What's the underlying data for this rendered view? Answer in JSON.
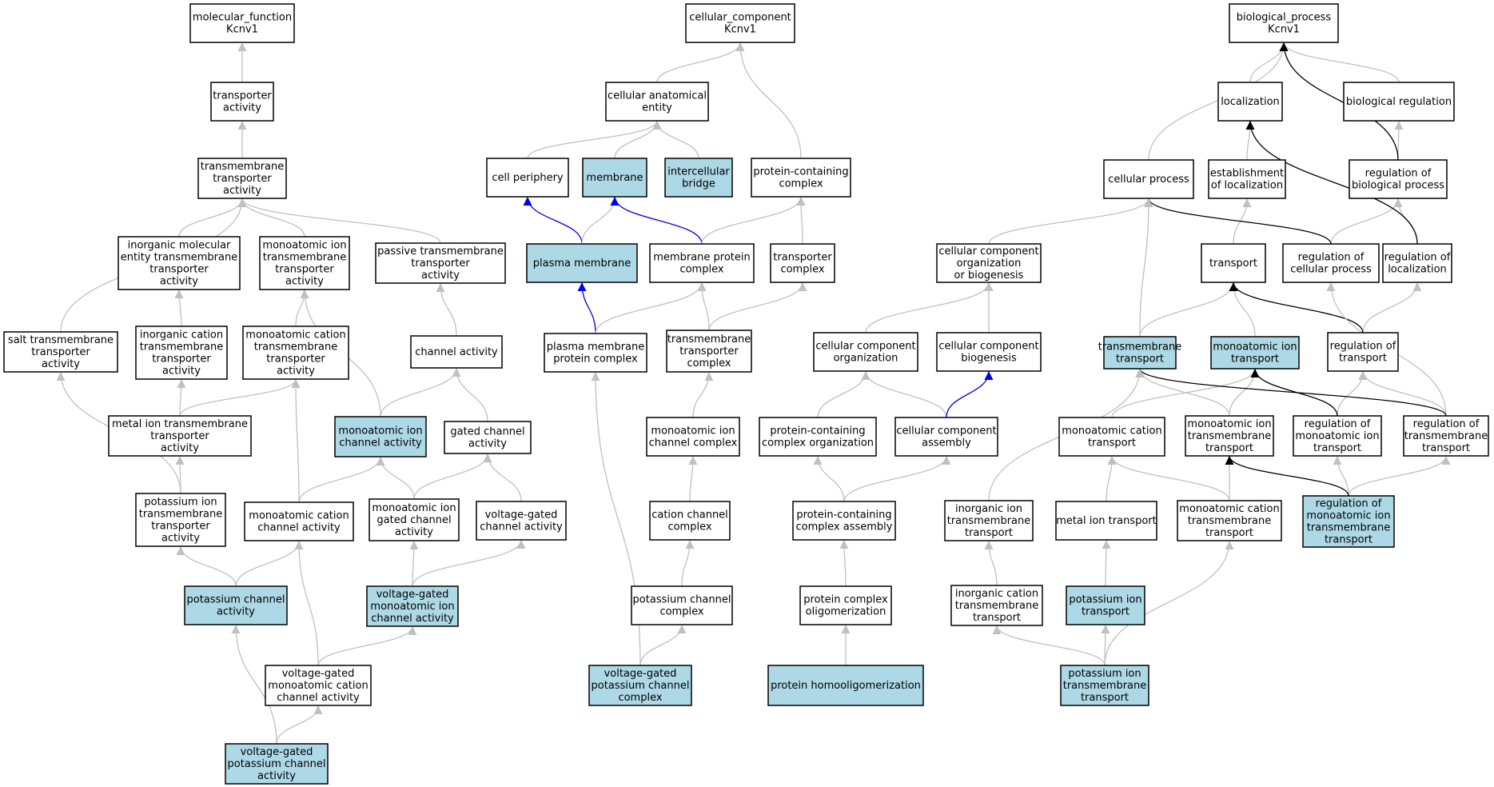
{
  "colors": {
    "highlight": "#add8e6",
    "plain": "#ffffff",
    "edge_gray": "#c0c0c0",
    "edge_black": "#000000",
    "edge_blue": "#0000ee"
  },
  "nodes": [
    {
      "id": "mf",
      "label": "molecular_function\nKcnv1",
      "hl": false
    },
    {
      "id": "ta",
      "label": "transporter\nactivity",
      "hl": false
    },
    {
      "id": "tta",
      "label": "transmembrane\ntransporter\nactivity",
      "hl": false
    },
    {
      "id": "imet",
      "label": "inorganic molecular\nentity transmembrane\ntransporter\nactivity",
      "hl": false
    },
    {
      "id": "mitta",
      "label": "monoatomic ion\ntransmembrane\ntransporter\nactivity",
      "hl": false
    },
    {
      "id": "ptta",
      "label": "passive transmembrane\ntransporter\nactivity",
      "hl": false
    },
    {
      "id": "stta",
      "label": "salt transmembrane\ntransporter\nactivity",
      "hl": false
    },
    {
      "id": "icta",
      "label": "inorganic cation\ntransmembrane\ntransporter\nactivity",
      "hl": false
    },
    {
      "id": "mcta",
      "label": "monoatomic cation\ntransmembrane\ntransporter\nactivity",
      "hl": false
    },
    {
      "id": "ca",
      "label": "channel activity",
      "hl": false
    },
    {
      "id": "mita",
      "label": "metal ion transmembrane\ntransporter\nactivity",
      "hl": false
    },
    {
      "id": "mica",
      "label": "monoatomic ion\nchannel activity",
      "hl": true
    },
    {
      "id": "gca",
      "label": "gated channel\nactivity",
      "hl": false
    },
    {
      "id": "pitta",
      "label": "potassium ion\ntransmembrane\ntransporter\nactivity",
      "hl": false
    },
    {
      "id": "mcca",
      "label": "monoatomic cation\nchannel activity",
      "hl": false
    },
    {
      "id": "migca",
      "label": "monoatomic ion\ngated channel\nactivity",
      "hl": false
    },
    {
      "id": "vgca",
      "label": "voltage-gated\nchannel activity",
      "hl": false
    },
    {
      "id": "pca",
      "label": "potassium channel\nactivity",
      "hl": true
    },
    {
      "id": "vgmica",
      "label": "voltage-gated\nmonoatomic ion\nchannel activity",
      "hl": true
    },
    {
      "id": "vgmcca",
      "label": "voltage-gated\nmonoatomic cation\nchannel activity",
      "hl": false
    },
    {
      "id": "vgpca",
      "label": "voltage-gated\npotassium channel\nactivity",
      "hl": true
    },
    {
      "id": "cc",
      "label": "cellular_component\nKcnv1",
      "hl": false
    },
    {
      "id": "cae",
      "label": "cellular anatomical\nentity",
      "hl": false
    },
    {
      "id": "cp",
      "label": "cell periphery",
      "hl": false
    },
    {
      "id": "mem",
      "label": "membrane",
      "hl": true
    },
    {
      "id": "ib",
      "label": "intercellular\nbridge",
      "hl": true
    },
    {
      "id": "pcc",
      "label": "protein-containing\ncomplex",
      "hl": false
    },
    {
      "id": "pm",
      "label": "plasma membrane",
      "hl": true
    },
    {
      "id": "mpc",
      "label": "membrane protein\ncomplex",
      "hl": false
    },
    {
      "id": "tc",
      "label": "transporter\ncomplex",
      "hl": false
    },
    {
      "id": "pmpc",
      "label": "plasma membrane\nprotein complex",
      "hl": false
    },
    {
      "id": "ttc",
      "label": "transmembrane\ntransporter\ncomplex",
      "hl": false
    },
    {
      "id": "micc",
      "label": "monoatomic ion\nchannel complex",
      "hl": false
    },
    {
      "id": "ccx",
      "label": "cation channel\ncomplex",
      "hl": false
    },
    {
      "id": "pcx",
      "label": "potassium channel\ncomplex",
      "hl": false
    },
    {
      "id": "vgpcc",
      "label": "voltage-gated\npotassium channel\ncomplex",
      "hl": true
    },
    {
      "id": "bp",
      "label": "biological_process\nKcnv1",
      "hl": false
    },
    {
      "id": "loc",
      "label": "localization",
      "hl": false
    },
    {
      "id": "br",
      "label": "biological regulation",
      "hl": false
    },
    {
      "id": "cpr",
      "label": "cellular process",
      "hl": false
    },
    {
      "id": "eol",
      "label": "establishment\nof localization",
      "hl": false
    },
    {
      "id": "rbp",
      "label": "regulation of\nbiological process",
      "hl": false
    },
    {
      "id": "ccob",
      "label": "cellular component\norganization\nor biogenesis",
      "hl": false
    },
    {
      "id": "tr",
      "label": "transport",
      "hl": false
    },
    {
      "id": "rcp",
      "label": "regulation of\ncellular process",
      "hl": false
    },
    {
      "id": "rl",
      "label": "regulation of\nlocalization",
      "hl": false
    },
    {
      "id": "cco",
      "label": "cellular component\norganization",
      "hl": false
    },
    {
      "id": "ccb",
      "label": "cellular component\nbiogenesis",
      "hl": false
    },
    {
      "id": "tt",
      "label": "transmembrane\ntransport",
      "hl": true
    },
    {
      "id": "mit",
      "label": "monoatomic ion\ntransport",
      "hl": true
    },
    {
      "id": "rt",
      "label": "regulation of\ntransport",
      "hl": false
    },
    {
      "id": "pco",
      "label": "protein-containing\ncomplex organization",
      "hl": false
    },
    {
      "id": "cca",
      "label": "cellular component\nassembly",
      "hl": false
    },
    {
      "id": "mct",
      "label": "monoatomic cation\ntransport",
      "hl": false
    },
    {
      "id": "mitt",
      "label": "monoatomic ion\ntransmembrane\ntransport",
      "hl": false
    },
    {
      "id": "rmit",
      "label": "regulation of\nmonoatomic ion\ntransport",
      "hl": false
    },
    {
      "id": "rtt",
      "label": "regulation of\ntransmembrane\ntransport",
      "hl": false
    },
    {
      "id": "pca2",
      "label": "protein-containing\ncomplex assembly",
      "hl": false
    },
    {
      "id": "iitt",
      "label": "inorganic ion\ntransmembrane\ntransport",
      "hl": false
    },
    {
      "id": "mett",
      "label": "metal ion transport",
      "hl": false
    },
    {
      "id": "mctt",
      "label": "monoatomic cation\ntransmembrane\ntransport",
      "hl": false
    },
    {
      "id": "rmitt",
      "label": "regulation of\nmonoatomic ion\ntransmembrane\ntransport",
      "hl": true
    },
    {
      "id": "pco2",
      "label": "protein complex\noligomerization",
      "hl": false
    },
    {
      "id": "ictt",
      "label": "inorganic cation\ntransmembrane\ntransport",
      "hl": false
    },
    {
      "id": "pit",
      "label": "potassium ion\ntransport",
      "hl": true
    },
    {
      "id": "pho",
      "label": "protein homooligomerization",
      "hl": true
    },
    {
      "id": "pitt",
      "label": "potassium ion\ntransmembrane\ntransport",
      "hl": true
    }
  ],
  "edges": [
    {
      "from": "ta",
      "to": "mf",
      "kind": "gray"
    },
    {
      "from": "tta",
      "to": "ta",
      "kind": "gray"
    },
    {
      "from": "imet",
      "to": "tta",
      "kind": "gray"
    },
    {
      "from": "mitta",
      "to": "tta",
      "kind": "gray"
    },
    {
      "from": "ptta",
      "to": "tta",
      "kind": "gray"
    },
    {
      "from": "stta",
      "to": "tta",
      "kind": "gray"
    },
    {
      "from": "icta",
      "to": "imet",
      "kind": "gray"
    },
    {
      "from": "mcta",
      "to": "mitta",
      "kind": "gray"
    },
    {
      "from": "ca",
      "to": "ptta",
      "kind": "gray"
    },
    {
      "from": "mita",
      "to": "icta",
      "kind": "gray"
    },
    {
      "from": "mita",
      "to": "mcta",
      "kind": "gray"
    },
    {
      "from": "mica",
      "to": "mitta",
      "kind": "gray"
    },
    {
      "from": "mica",
      "to": "ca",
      "kind": "gray"
    },
    {
      "from": "gca",
      "to": "ca",
      "kind": "gray"
    },
    {
      "from": "pitta",
      "to": "mita",
      "kind": "gray"
    },
    {
      "from": "pitta",
      "to": "stta",
      "kind": "gray"
    },
    {
      "from": "mcca",
      "to": "mica",
      "kind": "gray"
    },
    {
      "from": "mcca",
      "to": "mcta",
      "kind": "gray"
    },
    {
      "from": "migca",
      "to": "mica",
      "kind": "gray"
    },
    {
      "from": "migca",
      "to": "gca",
      "kind": "gray"
    },
    {
      "from": "vgca",
      "to": "gca",
      "kind": "gray"
    },
    {
      "from": "pca",
      "to": "pitta",
      "kind": "gray"
    },
    {
      "from": "pca",
      "to": "mcca",
      "kind": "gray"
    },
    {
      "from": "vgmica",
      "to": "migca",
      "kind": "gray"
    },
    {
      "from": "vgmica",
      "to": "vgca",
      "kind": "gray"
    },
    {
      "from": "vgmcca",
      "to": "vgmica",
      "kind": "gray"
    },
    {
      "from": "vgmcca",
      "to": "mcca",
      "kind": "gray"
    },
    {
      "from": "vgpca",
      "to": "pca",
      "kind": "gray"
    },
    {
      "from": "vgpca",
      "to": "vgmcca",
      "kind": "gray"
    },
    {
      "from": "cae",
      "to": "cc",
      "kind": "gray"
    },
    {
      "from": "pcc",
      "to": "cc",
      "kind": "gray"
    },
    {
      "from": "cp",
      "to": "cae",
      "kind": "gray"
    },
    {
      "from": "mem",
      "to": "cae",
      "kind": "gray"
    },
    {
      "from": "ib",
      "to": "cae",
      "kind": "gray"
    },
    {
      "from": "pm",
      "to": "cp",
      "kind": "blue"
    },
    {
      "from": "pm",
      "to": "mem",
      "kind": "gray"
    },
    {
      "from": "mpc",
      "to": "mem",
      "kind": "blue"
    },
    {
      "from": "mpc",
      "to": "pcc",
      "kind": "gray"
    },
    {
      "from": "tc",
      "to": "pcc",
      "kind": "gray"
    },
    {
      "from": "pmpc",
      "to": "pm",
      "kind": "blue"
    },
    {
      "from": "pmpc",
      "to": "mpc",
      "kind": "gray"
    },
    {
      "from": "ttc",
      "to": "mpc",
      "kind": "gray"
    },
    {
      "from": "ttc",
      "to": "tc",
      "kind": "gray"
    },
    {
      "from": "micc",
      "to": "ttc",
      "kind": "gray"
    },
    {
      "from": "ccx",
      "to": "micc",
      "kind": "gray"
    },
    {
      "from": "pcx",
      "to": "ccx",
      "kind": "gray"
    },
    {
      "from": "vgpcc",
      "to": "pcx",
      "kind": "gray"
    },
    {
      "from": "vgpcc",
      "to": "pmpc",
      "kind": "gray"
    },
    {
      "from": "loc",
      "to": "bp",
      "kind": "gray"
    },
    {
      "from": "br",
      "to": "bp",
      "kind": "gray"
    },
    {
      "from": "cpr",
      "to": "bp",
      "kind": "gray"
    },
    {
      "from": "eol",
      "to": "loc",
      "kind": "gray"
    },
    {
      "from": "rbp",
      "to": "br",
      "kind": "gray"
    },
    {
      "from": "rbp",
      "to": "bp",
      "kind": "black"
    },
    {
      "from": "ccob",
      "to": "cpr",
      "kind": "gray"
    },
    {
      "from": "tr",
      "to": "eol",
      "kind": "gray"
    },
    {
      "from": "rcp",
      "to": "rbp",
      "kind": "gray"
    },
    {
      "from": "rcp",
      "to": "cpr",
      "kind": "black"
    },
    {
      "from": "rl",
      "to": "rbp",
      "kind": "gray"
    },
    {
      "from": "rl",
      "to": "loc",
      "kind": "black"
    },
    {
      "from": "cco",
      "to": "ccob",
      "kind": "gray"
    },
    {
      "from": "ccb",
      "to": "ccob",
      "kind": "gray"
    },
    {
      "from": "tt",
      "to": "tr",
      "kind": "gray"
    },
    {
      "from": "tt",
      "to": "cpr",
      "kind": "gray"
    },
    {
      "from": "mit",
      "to": "tr",
      "kind": "gray"
    },
    {
      "from": "rt",
      "to": "rl",
      "kind": "gray"
    },
    {
      "from": "rt",
      "to": "tr",
      "kind": "black"
    },
    {
      "from": "pco",
      "to": "cco",
      "kind": "gray"
    },
    {
      "from": "cca",
      "to": "cco",
      "kind": "gray"
    },
    {
      "from": "cca",
      "to": "ccb",
      "kind": "blue"
    },
    {
      "from": "mct",
      "to": "mit",
      "kind": "gray"
    },
    {
      "from": "mitt",
      "to": "mit",
      "kind": "gray"
    },
    {
      "from": "mitt",
      "to": "tt",
      "kind": "gray"
    },
    {
      "from": "rmit",
      "to": "rt",
      "kind": "gray"
    },
    {
      "from": "rmit",
      "to": "mit",
      "kind": "black"
    },
    {
      "from": "rtt",
      "to": "rt",
      "kind": "gray"
    },
    {
      "from": "rtt",
      "to": "rcp",
      "kind": "gray"
    },
    {
      "from": "rtt",
      "to": "tt",
      "kind": "black"
    },
    {
      "from": "pca2",
      "to": "pco",
      "kind": "gray"
    },
    {
      "from": "pca2",
      "to": "cca",
      "kind": "gray"
    },
    {
      "from": "iitt",
      "to": "tt",
      "kind": "gray"
    },
    {
      "from": "mett",
      "to": "mct",
      "kind": "gray"
    },
    {
      "from": "mctt",
      "to": "mct",
      "kind": "gray"
    },
    {
      "from": "mctt",
      "to": "mitt",
      "kind": "gray"
    },
    {
      "from": "rmitt",
      "to": "rmit",
      "kind": "gray"
    },
    {
      "from": "rmitt",
      "to": "rtt",
      "kind": "gray"
    },
    {
      "from": "rmitt",
      "to": "mitt",
      "kind": "black"
    },
    {
      "from": "pco2",
      "to": "pca2",
      "kind": "gray"
    },
    {
      "from": "ictt",
      "to": "iitt",
      "kind": "gray"
    },
    {
      "from": "pit",
      "to": "mett",
      "kind": "gray"
    },
    {
      "from": "pho",
      "to": "pco2",
      "kind": "gray"
    },
    {
      "from": "pitt",
      "to": "ictt",
      "kind": "gray"
    },
    {
      "from": "pitt",
      "to": "pit",
      "kind": "gray"
    },
    {
      "from": "pitt",
      "to": "mctt",
      "kind": "gray"
    }
  ]
}
